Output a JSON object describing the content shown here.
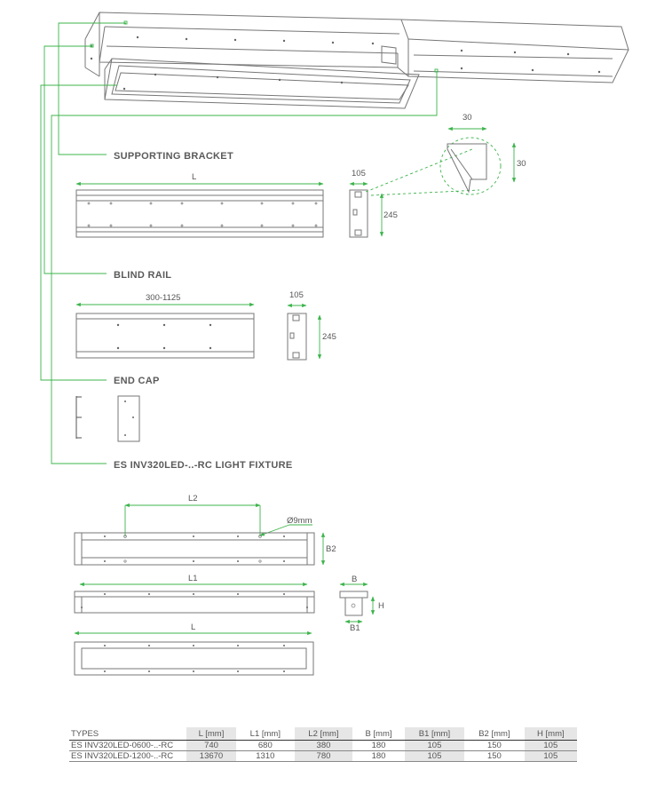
{
  "labels": {
    "supporting_bracket": "SUPPORTING BRACKET",
    "blind_rail": "BLIND RAIL",
    "end_cap": "END CAP",
    "light_fixture": "ES INV320LED-..-RC LIGHT FIXTURE"
  },
  "dims": {
    "bracket_length": "L",
    "bracket_width": "105",
    "bracket_height": "245",
    "detail_width": "30",
    "detail_height": "30",
    "rail_length": "300-1125",
    "rail_width": "105",
    "rail_height": "245",
    "fixture_l2": "L2",
    "hole_diameter": "Ø9mm",
    "fixture_b2": "B2",
    "fixture_l1": "L1",
    "fixture_b": "B",
    "fixture_h": "H",
    "fixture_b1": "B1",
    "fixture_l": "L"
  },
  "table": {
    "headers": [
      "TYPES",
      "L [mm]",
      "L1 [mm]",
      "L2 [mm]",
      "B [mm]",
      "B1 [mm]",
      "B2 [mm]",
      "H [mm]"
    ],
    "rows": [
      [
        "ES INV320LED-0600-..-RC",
        "740",
        "680",
        "380",
        "180",
        "105",
        "150",
        "105"
      ],
      [
        "ES INV320LED-1200-..-RC",
        "13670",
        "1310",
        "780",
        "180",
        "105",
        "150",
        "105"
      ]
    ]
  },
  "colors": {
    "dimension_line": "#3cb44b",
    "outline": "#777777",
    "table_shade": "#e6e6e6"
  }
}
